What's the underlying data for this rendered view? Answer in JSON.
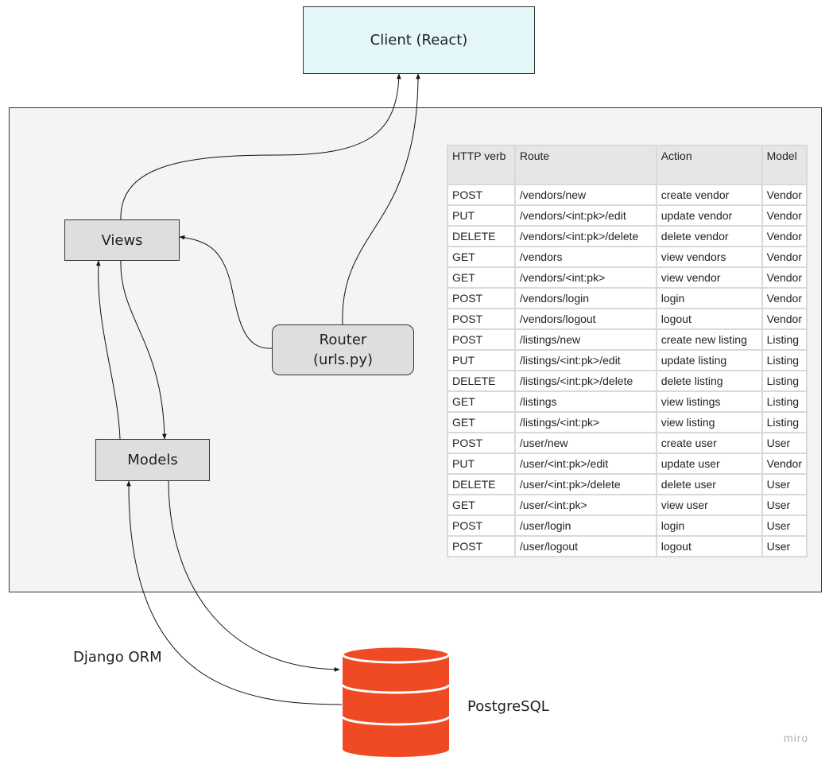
{
  "nodes": {
    "client": "Client (React)",
    "views": "Views",
    "router_line1": "Router",
    "router_line2": "(urls.py)",
    "models": "Models",
    "database": "PostgreSQL",
    "orm": "Django ORM"
  },
  "watermark": "miro",
  "colors": {
    "client_fill": "#e4f8fa",
    "backend_fill": "#f4f4f4",
    "node_fill": "#dedede",
    "database_fill": "#f04a24"
  },
  "route_table": {
    "headers": [
      "HTTP verb",
      "Route",
      "Action",
      "Model"
    ],
    "rows": [
      [
        "POST",
        "/vendors/new",
        "create vendor",
        "Vendor"
      ],
      [
        "PUT",
        "/vendors/<int:pk>/edit",
        "update vendor",
        "Vendor"
      ],
      [
        "DELETE",
        "/vendors/<int:pk>/delete",
        "delete vendor",
        "Vendor"
      ],
      [
        "GET",
        "/vendors",
        "view vendors",
        "Vendor"
      ],
      [
        "GET",
        "/vendors/<int:pk>",
        "view vendor",
        "Vendor"
      ],
      [
        "POST",
        "/vendors/login",
        "login",
        "Vendor"
      ],
      [
        "POST",
        "/vendors/logout",
        "logout",
        "Vendor"
      ],
      [
        "POST",
        "/listings/new",
        "create new listing",
        "Listing"
      ],
      [
        "PUT",
        "/listings/<int:pk>/edit",
        "update listing",
        "Listing"
      ],
      [
        "DELETE",
        "/listings/<int:pk>/delete",
        "delete listing",
        "Listing"
      ],
      [
        "GET",
        "/listings",
        "view listings",
        "Listing"
      ],
      [
        "GET",
        "/listings/<int:pk>",
        "view listing",
        "Listing"
      ],
      [
        "POST",
        "/user/new",
        "create user",
        "User"
      ],
      [
        "PUT",
        "/user/<int:pk>/edit",
        "update user",
        "Vendor"
      ],
      [
        "DELETE",
        "/user/<int:pk>/delete",
        "delete user",
        "User"
      ],
      [
        "GET",
        "/user/<int:pk>",
        "view user",
        "User"
      ],
      [
        "POST",
        "/user/login",
        "login",
        "User"
      ],
      [
        "POST",
        "/user/logout",
        "logout",
        "User"
      ]
    ]
  }
}
